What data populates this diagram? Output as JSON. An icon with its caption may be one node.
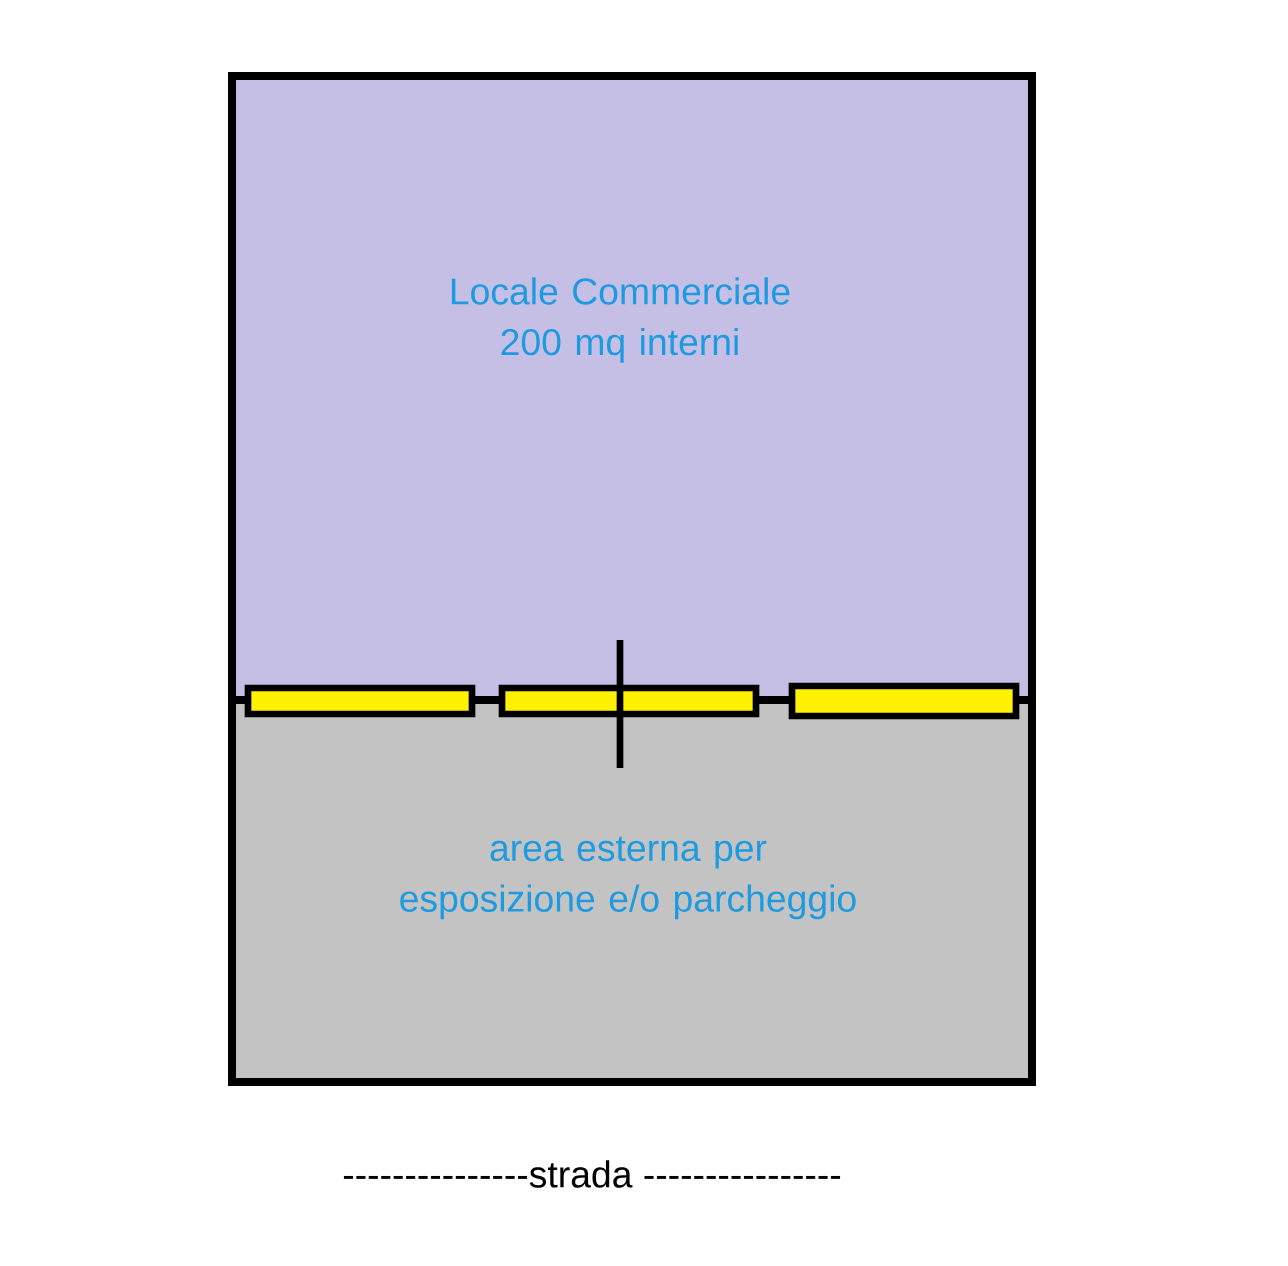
{
  "diagram": {
    "nodes": [
      {
        "text": [
          "Locale Commerciale 200 mq interni"
        ]
      },
      {
        "text": [
          "area esterna per esposizione e/o parcheggio"
        ]
      }
    ],
    "labels": [
      "---------------strada ----------------"
    ]
  }
}
